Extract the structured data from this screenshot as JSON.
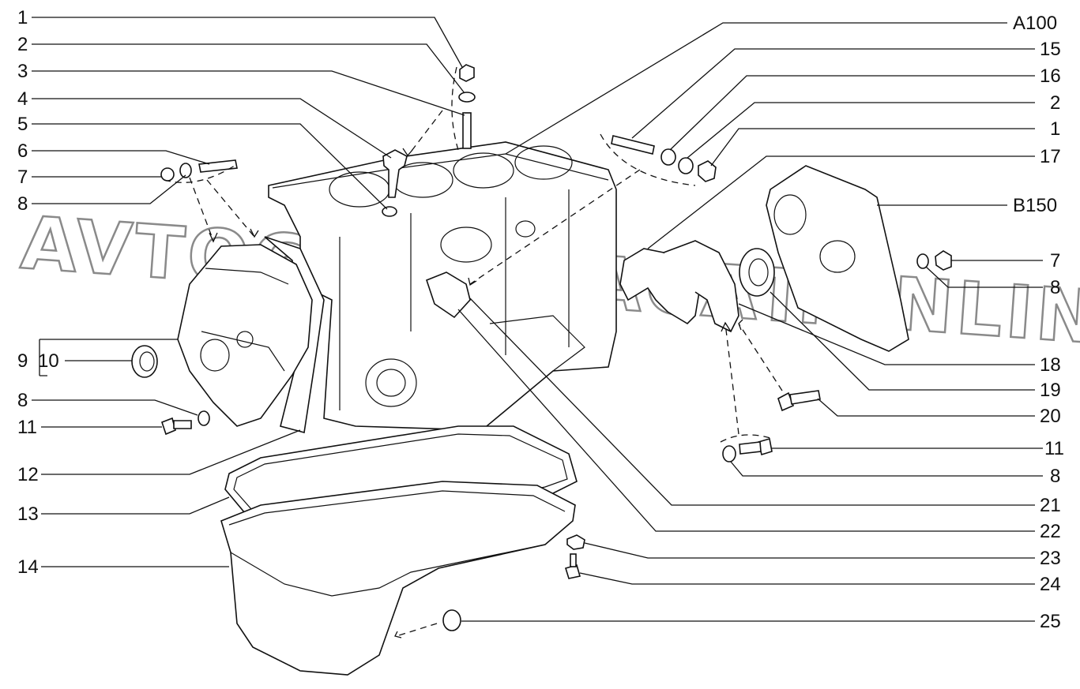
{
  "watermark": "AVTOGAZAN-ACAT.ONLINE",
  "callouts_left": [
    "1",
    "2",
    "3",
    "4",
    "5",
    "6",
    "7",
    "8",
    "9",
    "10",
    "8",
    "11",
    "12",
    "13",
    "14"
  ],
  "callouts_right": [
    "A100",
    "15",
    "16",
    "2",
    "1",
    "17",
    "B150",
    "7",
    "8",
    "18",
    "19",
    "20",
    "11",
    "8",
    "21",
    "22",
    "23",
    "24",
    "25"
  ]
}
